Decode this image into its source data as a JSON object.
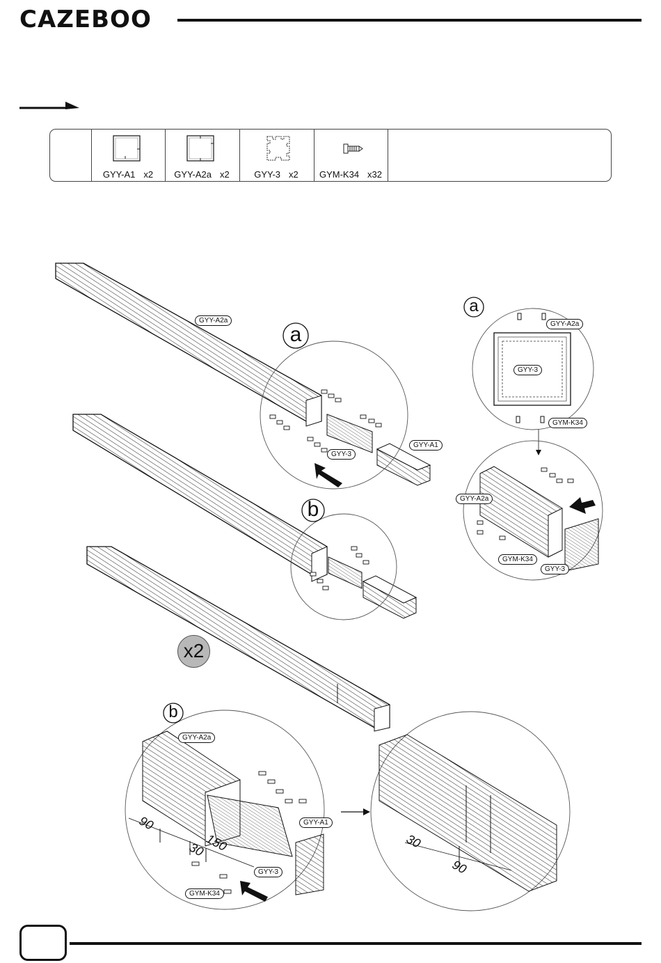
{
  "header": {
    "brand": "CAZEBOO"
  },
  "parts": [
    {
      "code": "GYY-A1",
      "qty": "x2",
      "icon": "profile-a1-icon"
    },
    {
      "code": "GYY-A2a",
      "qty": "x2",
      "icon": "profile-a2a-icon"
    },
    {
      "code": "GYY-3",
      "qty": "x2",
      "icon": "connector-icon"
    },
    {
      "code": "GYM-K34",
      "qty": "x32",
      "icon": "screw-icon"
    }
  ],
  "callouts": {
    "a": "a",
    "b": "b"
  },
  "tags": {
    "a2a": "GYY-A2a",
    "a1": "GYY-A1",
    "g3": "GYY-3",
    "k34": "GYM-K34"
  },
  "multiplier": "x2",
  "dimensions": {
    "d90": "90",
    "d30": "30",
    "d150": "150"
  },
  "colors": {
    "ink": "#111111",
    "badge": "#b8b8b8"
  }
}
